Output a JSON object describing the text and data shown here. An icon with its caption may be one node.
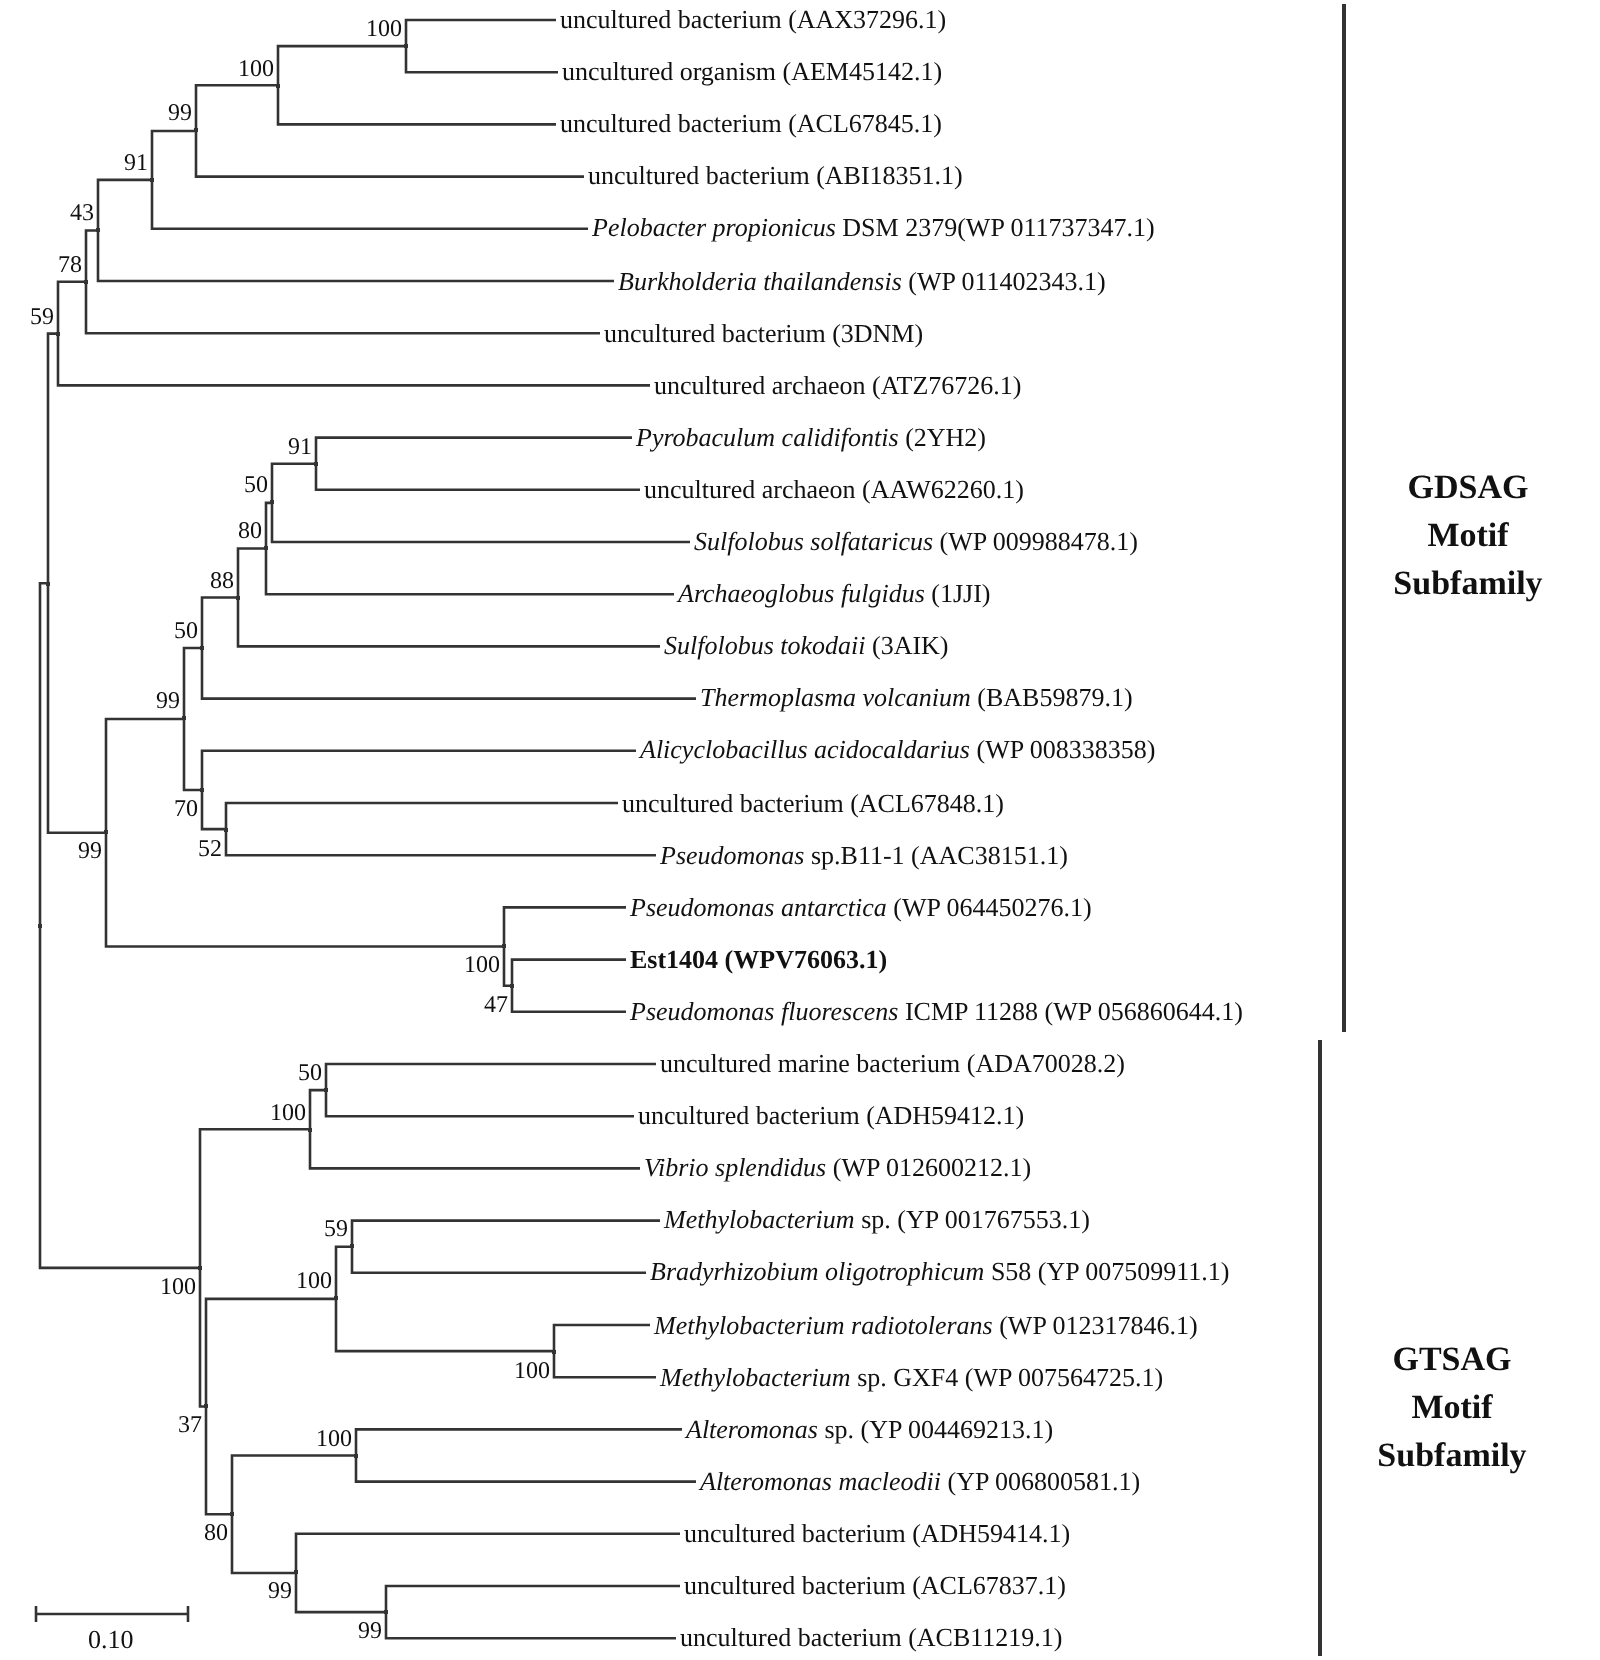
{
  "diagram": {
    "nodes": [
      {
        "text": [
          "uncultured bacterium (AAX37296.1)"
        ]
      },
      {
        "text": [
          "uncultured organism (AEM45142.1)"
        ]
      },
      {
        "text": [
          "uncultured bacterium (ACL67845.1)"
        ]
      },
      {
        "text": [
          "uncultured bacterium (ABI18351.1)"
        ]
      },
      {
        "text": [
          "*Pelobacter propionicus* DSM 2379(WP 011737347.1)"
        ]
      },
      {
        "text": [
          "*Burkholderia thailandensis* (WP 011402343.1)"
        ]
      },
      {
        "text": [
          "uncultured bacterium (3DNM)"
        ]
      },
      {
        "text": [
          "uncultured archaeon (ATZ76726.1)"
        ]
      },
      {
        "text": [
          "*Pyrobaculum calidifontis* (2YH2)"
        ]
      },
      {
        "text": [
          "uncultured archaeon (AAW62260.1)"
        ]
      },
      {
        "text": [
          "*Sulfolobus solfataricus* (WP 009988478.1)"
        ]
      },
      {
        "text": [
          "*Archaeoglobus fulgidus* (1JJI)"
        ]
      },
      {
        "text": [
          "*Sulfolobus tokodaii* (3AIK)"
        ]
      },
      {
        "text": [
          "*Thermoplasma volcanium* (BAB59879.1)"
        ]
      },
      {
        "text": [
          "*Alicyclobacillus acidocaldarius* (WP 008338358)"
        ]
      },
      {
        "text": [
          "uncultured bacterium (ACL67848.1)"
        ]
      },
      {
        "text": [
          "*Pseudomonas* sp.B11-1 (AAC38151.1)"
        ]
      },
      {
        "text": [
          "*Pseudomonas antarctica* (WP 064450276.1)"
        ]
      },
      {
        "text": [
          "Est1404 (WPV76063.1)"
        ]
      },
      {
        "text": [
          "*Pseudomonas fluorescens* ICMP 11288 (WP 056860644.1)"
        ]
      },
      {
        "text": [
          "uncultured marine bacterium (ADA70028.2)"
        ]
      },
      {
        "text": [
          "uncultured bacterium (ADH59412.1)"
        ]
      },
      {
        "text": [
          "*Vibrio splendidus* (WP 012600212.1)"
        ]
      },
      {
        "text": [
          "*Methylobacterium* sp. (YP 001767553.1)"
        ]
      },
      {
        "text": [
          "*Bradyrhizobium oligotrophicum* S58 (YP 007509911.1)"
        ]
      },
      {
        "text": [
          "*Methylobacterium radiotolerans* (WP 012317846.1)"
        ]
      },
      {
        "text": [
          "*Methylobacterium* sp. GXF4 (WP 007564725.1)"
        ]
      },
      {
        "text": [
          "*Alteromonas* sp. (YP 004469213.1)"
        ]
      },
      {
        "text": [
          "*Alteromonas macleodii* (YP 006800581.1)"
        ]
      },
      {
        "text": [
          "uncultured bacterium (ADH59414.1)"
        ]
      },
      {
        "text": [
          "uncultured bacterium (ACL67837.1)"
        ]
      },
      {
        "text": [
          "uncultured bacterium (ACB11219.1)"
        ]
      },
      {
        "text": [],
        "shape": "point"
      },
      {
        "text": [],
        "shape": "point"
      },
      {
        "text": [],
        "shape": "point",
        "beside": [
          "59"
        ]
      },
      {
        "text": [],
        "shape": "point",
        "beside": [
          "78"
        ]
      },
      {
        "text": [],
        "shape": "point",
        "beside": [
          "43"
        ]
      },
      {
        "text": [],
        "shape": "point",
        "beside": [
          "91"
        ]
      },
      {
        "text": [],
        "shape": "point",
        "beside": [
          "99"
        ]
      },
      {
        "text": [],
        "shape": "point",
        "beside": [
          "100"
        ]
      },
      {
        "text": [],
        "shape": "point",
        "beside": [
          "100"
        ]
      },
      {
        "text": [],
        "shape": "point",
        "beside": [
          "99"
        ]
      },
      {
        "text": [],
        "shape": "point",
        "beside": [
          "99"
        ]
      },
      {
        "text": [],
        "shape": "point",
        "beside": [
          "50"
        ]
      },
      {
        "text": [],
        "shape": "point",
        "beside": [
          "88"
        ]
      },
      {
        "text": [],
        "shape": "point",
        "beside": [
          "80"
        ]
      },
      {
        "text": [],
        "shape": "point",
        "beside": [
          "50"
        ]
      },
      {
        "text": [],
        "shape": "point",
        "beside": [
          "91"
        ]
      },
      {
        "text": [],
        "shape": "point",
        "beside": [
          "70"
        ]
      },
      {
        "text": [],
        "shape": "point",
        "beside": [
          "52"
        ]
      },
      {
        "text": [],
        "shape": "point",
        "beside": [
          "100"
        ]
      },
      {
        "text": [],
        "shape": "point",
        "beside": [
          "47"
        ]
      },
      {
        "text": [],
        "shape": "point",
        "beside": [
          "100"
        ]
      },
      {
        "text": [],
        "shape": "point",
        "beside": [
          "100"
        ]
      },
      {
        "text": [],
        "shape": "point",
        "beside": [
          "50"
        ]
      },
      {
        "text": [],
        "shape": "point",
        "beside": [
          "37"
        ]
      },
      {
        "text": [],
        "shape": "point",
        "beside": [
          "100"
        ]
      },
      {
        "text": [],
        "shape": "point",
        "beside": [
          "59"
        ]
      },
      {
        "text": [],
        "shape": "point",
        "beside": [
          "100"
        ]
      },
      {
        "text": [],
        "shape": "point",
        "beside": [
          "80"
        ]
      },
      {
        "text": [],
        "shape": "point",
        "beside": [
          "100"
        ]
      },
      {
        "text": [],
        "shape": "point",
        "beside": [
          "99"
        ]
      },
      {
        "text": [],
        "shape": "point",
        "beside": [
          "99"
        ]
      }
    ],
    "edges": [
      {
        "from": 32,
        "to": 33,
        "arrow": "none"
      },
      {
        "from": 32,
        "to": 52,
        "arrow": "none"
      },
      {
        "from": 33,
        "to": 34,
        "arrow": "none"
      },
      {
        "from": 33,
        "to": 41,
        "arrow": "none"
      },
      {
        "from": 34,
        "to": 35,
        "arrow": "none"
      },
      {
        "from": 34,
        "to": 7,
        "arrow": "none"
      },
      {
        "from": 35,
        "to": 36,
        "arrow": "none"
      },
      {
        "from": 35,
        "to": 6,
        "arrow": "none"
      },
      {
        "from": 36,
        "to": 37,
        "arrow": "none"
      },
      {
        "from": 36,
        "to": 5,
        "arrow": "none"
      },
      {
        "from": 37,
        "to": 38,
        "arrow": "none"
      },
      {
        "from": 37,
        "to": 4,
        "arrow": "none"
      },
      {
        "from": 38,
        "to": 39,
        "arrow": "none"
      },
      {
        "from": 38,
        "to": 3,
        "arrow": "none"
      },
      {
        "from": 39,
        "to": 40,
        "arrow": "none"
      },
      {
        "from": 39,
        "to": 2,
        "arrow": "none"
      },
      {
        "from": 40,
        "to": 0,
        "arrow": "none"
      },
      {
        "from": 40,
        "to": 1,
        "arrow": "none"
      },
      {
        "from": 41,
        "to": 42,
        "arrow": "none"
      },
      {
        "from": 41,
        "to": 50,
        "arrow": "none"
      },
      {
        "from": 42,
        "to": 43,
        "arrow": "none"
      },
      {
        "from": 42,
        "to": 48,
        "arrow": "none"
      },
      {
        "from": 43,
        "to": 44,
        "arrow": "none"
      },
      {
        "from": 43,
        "to": 13,
        "arrow": "none"
      },
      {
        "from": 44,
        "to": 45,
        "arrow": "none"
      },
      {
        "from": 44,
        "to": 12,
        "arrow": "none"
      },
      {
        "from": 45,
        "to": 46,
        "arrow": "none"
      },
      {
        "from": 45,
        "to": 11,
        "arrow": "none"
      },
      {
        "from": 46,
        "to": 47,
        "arrow": "none"
      },
      {
        "from": 46,
        "to": 10,
        "arrow": "none"
      },
      {
        "from": 47,
        "to": 8,
        "arrow": "none"
      },
      {
        "from": 47,
        "to": 9,
        "arrow": "none"
      },
      {
        "from": 48,
        "to": 14,
        "arrow": "none"
      },
      {
        "from": 48,
        "to": 49,
        "arrow": "none"
      },
      {
        "from": 49,
        "to": 15,
        "arrow": "none"
      },
      {
        "from": 49,
        "to": 16,
        "arrow": "none"
      },
      {
        "from": 50,
        "to": 17,
        "arrow": "none"
      },
      {
        "from": 50,
        "to": 51,
        "arrow": "none"
      },
      {
        "from": 51,
        "to": 18,
        "arrow": "none"
      },
      {
        "from": 51,
        "to": 19,
        "arrow": "none"
      },
      {
        "from": 52,
        "to": 53,
        "arrow": "none"
      },
      {
        "from": 52,
        "to": 55,
        "arrow": "none"
      },
      {
        "from": 53,
        "to": 54,
        "arrow": "none"
      },
      {
        "from": 53,
        "to": 22,
        "arrow": "none"
      },
      {
        "from": 54,
        "to": 20,
        "arrow": "none"
      },
      {
        "from": 54,
        "to": 21,
        "arrow": "none"
      },
      {
        "from": 55,
        "to": 56,
        "arrow": "none"
      },
      {
        "from": 55,
        "to": 59,
        "arrow": "none"
      },
      {
        "from": 56,
        "to": 57,
        "arrow": "none"
      },
      {
        "from": 56,
        "to": 58,
        "arrow": "none"
      },
      {
        "from": 57,
        "to": 23,
        "arrow": "none"
      },
      {
        "from": 57,
        "to": 24,
        "arrow": "none"
      },
      {
        "from": 58,
        "to": 25,
        "arrow": "none"
      },
      {
        "from": 58,
        "to": 26,
        "arrow": "none"
      },
      {
        "from": 59,
        "to": 60,
        "arrow": "none"
      },
      {
        "from": 59,
        "to": 61,
        "arrow": "none"
      },
      {
        "from": 60,
        "to": 27,
        "arrow": "none"
      },
      {
        "from": 60,
        "to": 28,
        "arrow": "none"
      },
      {
        "from": 61,
        "to": 29,
        "arrow": "none"
      },
      {
        "from": 61,
        "to": 62,
        "arrow": "none"
      },
      {
        "from": 62,
        "to": 30,
        "arrow": "none"
      },
      {
        "from": 62,
        "to": 31,
        "arrow": "none"
      }
    ],
    "labels": [
      "GDSAG Motif Subfamily",
      "GTSAG Motif Subfamily",
      "0.10"
    ]
  }
}
